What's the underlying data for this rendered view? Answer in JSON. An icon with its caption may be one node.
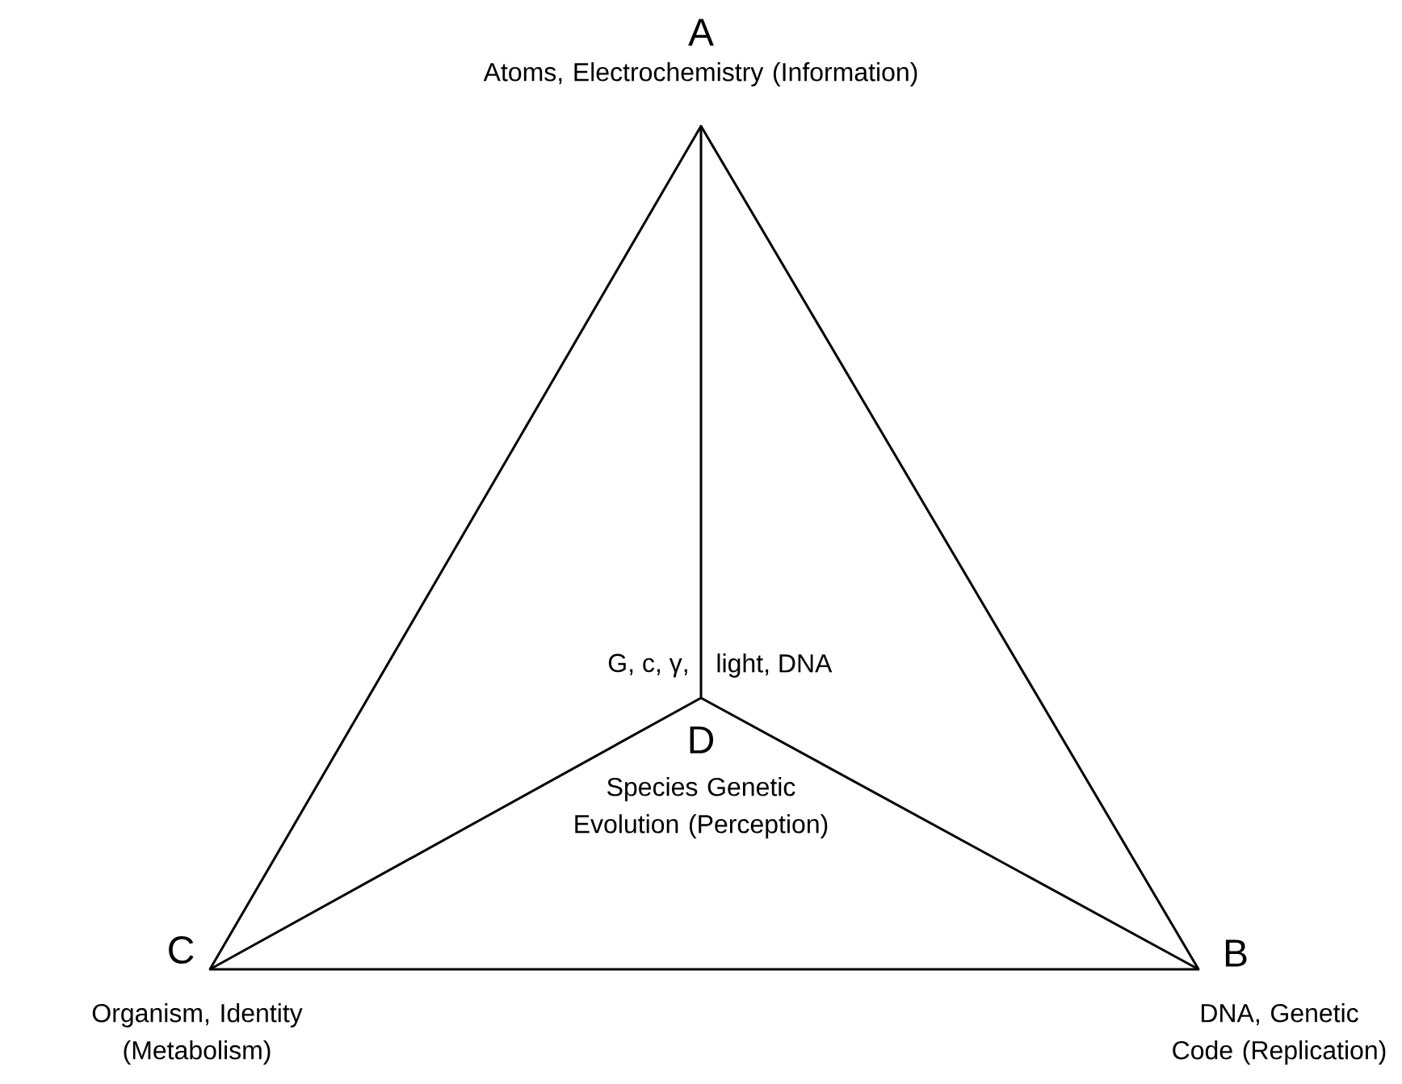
{
  "diagram": {
    "nodes": [
      {
        "text": [
          "A",
          "Atoms, Electrochemistry (Information)"
        ]
      },
      {
        "text": [
          "B",
          "DNA, Genetic Code (Replication)"
        ]
      },
      {
        "text": [
          "C",
          "Organism, Identity (Metabolism)"
        ]
      },
      {
        "text": [
          "D",
          "Species Genetic Evolution (Perception)"
        ],
        "beside": [
          "G, c, γ,",
          "light, DNA"
        ]
      }
    ],
    "edges": [
      {
        "from": 0,
        "to": 1,
        "arrow": "none"
      },
      {
        "from": 0,
        "to": 2,
        "arrow": "none"
      },
      {
        "from": 2,
        "to": 1,
        "arrow": "none"
      },
      {
        "from": 0,
        "to": 3,
        "arrow": "none"
      },
      {
        "from": 2,
        "to": 3,
        "arrow": "none"
      },
      {
        "from": 1,
        "to": 3,
        "arrow": "none"
      }
    ]
  }
}
